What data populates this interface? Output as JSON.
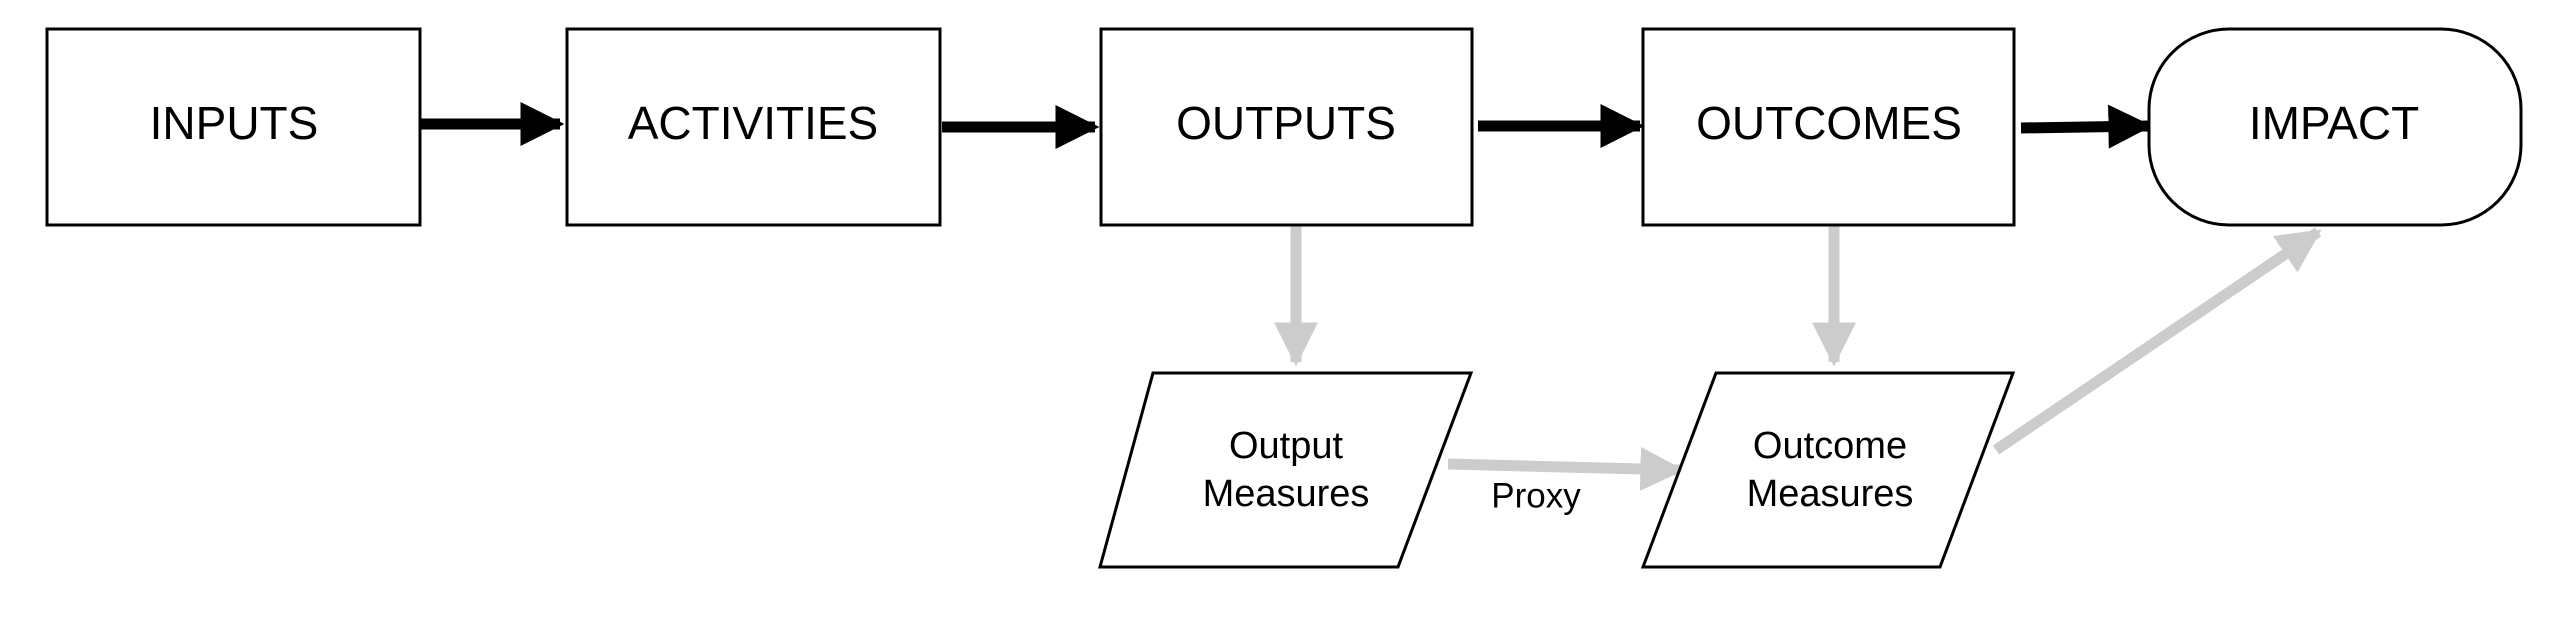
{
  "stages": [
    {
      "id": "inputs",
      "label": "INPUTS"
    },
    {
      "id": "activities",
      "label": "ACTIVITIES"
    },
    {
      "id": "outputs",
      "label": "OUTPUTS"
    },
    {
      "id": "outcomes",
      "label": "OUTCOMES"
    },
    {
      "id": "impact",
      "label": "IMPACT"
    }
  ],
  "measures": {
    "output": {
      "line1": "Output",
      "line2": "Measures"
    },
    "outcome": {
      "line1": "Outcome",
      "line2": "Measures"
    }
  },
  "edges": {
    "proxy_label": "Proxy"
  },
  "colors": {
    "primary_arrow": "#000000",
    "secondary_arrow": "#cccccc",
    "box_stroke": "#000000",
    "box_fill": "#ffffff"
  }
}
